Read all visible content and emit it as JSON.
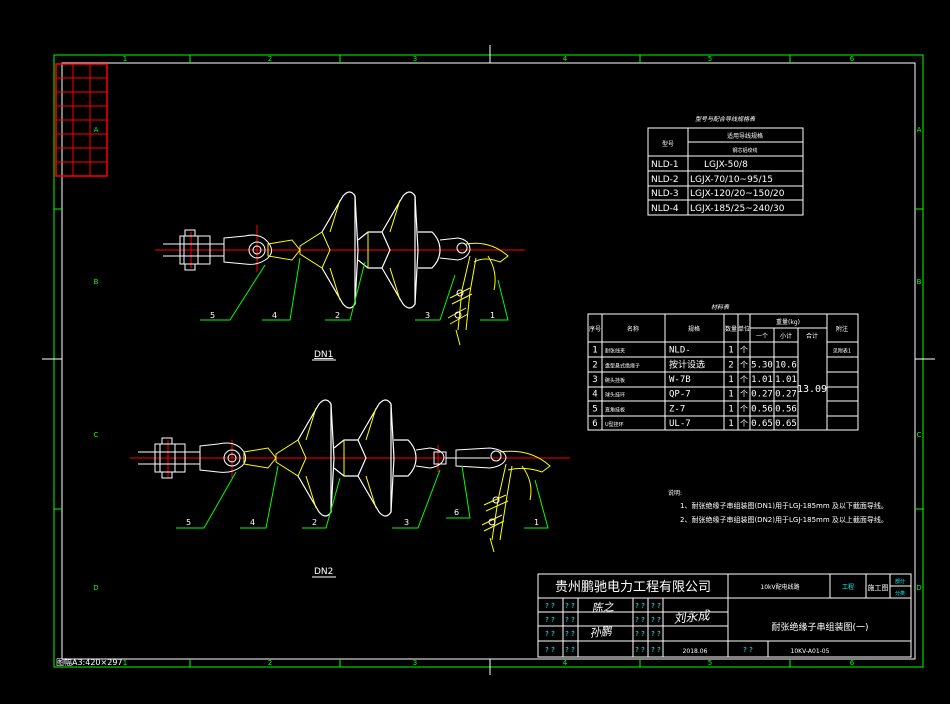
{
  "colors": {
    "background": "#000000",
    "frame": "#00ff00",
    "border": "#ffffff",
    "insulator": "#ffffff",
    "fitting": "#ffff00",
    "centerline": "#ff0000",
    "leader": "#00ff00",
    "dim_text": "#00ff00",
    "table": "#ffffff",
    "revision_block": "#ff0000",
    "title_block": "#ffffff",
    "title_field": "#00ffff"
  },
  "border_labels": {
    "top": [
      "1",
      "2",
      "3",
      "4",
      "5",
      "6"
    ],
    "bottom": [
      "1",
      "2",
      "3",
      "4",
      "5",
      "6"
    ],
    "left": [
      "A",
      "B",
      "C",
      "D"
    ],
    "right": [
      "A",
      "B",
      "C",
      "D"
    ]
  },
  "paper_size": "图幅A3:420×297",
  "wire_table": {
    "title": "型号与配合导线规格表",
    "col_header_model": "型号",
    "col_header_spec": "适用导线规格",
    "col_header_sub": "钢芯铝绞线",
    "rows": [
      {
        "model": "NLD-1",
        "spec": "LGJX-50/8"
      },
      {
        "model": "NLD-2",
        "spec": "LGJX-70/10~95/15"
      },
      {
        "model": "NLD-3",
        "spec": "LGJX-120/20~150/20"
      },
      {
        "model": "NLD-4",
        "spec": "LGJX-185/25~240/30"
      }
    ]
  },
  "material_table": {
    "title": "材料表",
    "headers": {
      "no": "序号",
      "name": "名称",
      "spec": "规格",
      "qty": "数量",
      "unit": "单位",
      "weight": "重量(kg)",
      "single": "一个",
      "subtotal": "小计",
      "total": "合计",
      "note": "附注"
    },
    "rows": [
      {
        "no": "1",
        "name": "耐张线夹",
        "spec": "NLD-",
        "qty": "1",
        "unit": "个",
        "single": "",
        "subtotal": "",
        "note": "见附表1"
      },
      {
        "no": "2",
        "name": "盘型悬式绝缘子",
        "spec": "按计设选",
        "qty": "2",
        "unit": "个",
        "single": "5.30",
        "subtotal": "10.6",
        "note": ""
      },
      {
        "no": "3",
        "name": "碗头挂板",
        "spec": "W-7B",
        "qty": "1",
        "unit": "个",
        "single": "1.01",
        "subtotal": "1.01",
        "note": ""
      },
      {
        "no": "4",
        "name": "球头挂环",
        "spec": "QP-7",
        "qty": "1",
        "unit": "个",
        "single": "0.27",
        "subtotal": "0.27",
        "note": ""
      },
      {
        "no": "5",
        "name": "直角挂板",
        "spec": "Z-7",
        "qty": "1",
        "unit": "个",
        "single": "0.56",
        "subtotal": "0.56",
        "note": ""
      },
      {
        "no": "6",
        "name": "U型挂环",
        "spec": "UL-7",
        "qty": "1",
        "unit": "个",
        "single": "0.65",
        "subtotal": "0.65",
        "note": ""
      }
    ],
    "total_value": "13.09"
  },
  "notes": {
    "heading": "说明:",
    "lines": [
      "1、耐张绝缘子串组装图(DN1)用于LGJ-185mm 及以下截面导线。",
      "2、耐张绝缘子串组装图(DN2)用于LGJ-185mm 及以上截面导线。"
    ]
  },
  "assemblies": [
    {
      "label": "DN1",
      "callouts": [
        "5",
        "4",
        "2",
        "3",
        "1"
      ]
    },
    {
      "label": "DN2",
      "callouts": [
        "5",
        "4",
        "2",
        "3",
        "6",
        "1"
      ]
    }
  ],
  "title_block": {
    "company": "贵州鹏驰电力工程有限公司",
    "project": "10kV配电线路",
    "phase_label": "工程",
    "stage": "施工图",
    "part_top": "部分",
    "part_bottom": "分类",
    "drawing_title": "耐张绝缘子串组装图(一)",
    "drawing_no": "10KV-A01-05",
    "date": "2018.06",
    "placeholder": "? ?",
    "signature_1": "陈之",
    "signature_2": "孙鹏",
    "signature_3": "刘永成"
  }
}
